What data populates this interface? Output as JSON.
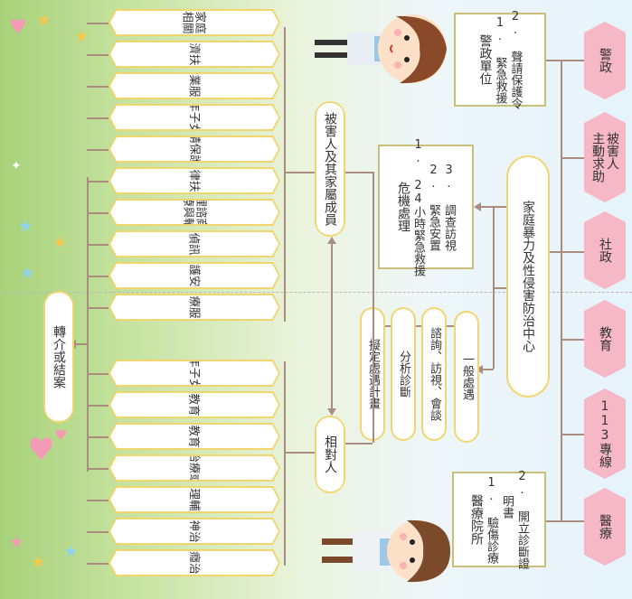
{
  "sources": [
    "警政",
    "被害人\n主動求助",
    "社政",
    "教育",
    "113專線",
    "醫療"
  ],
  "police_box": [
    "警政單位",
    "1. 緊急救援",
    "2. 聲請保護令"
  ],
  "medical_box": [
    "醫療院所",
    "1. 驗傷診療",
    "2. 開立診斷證\n　 明書"
  ],
  "center": "家庭暴力及性侵害防治中心",
  "crisis_box": [
    "危機處理",
    "1. 24小時緊急救援",
    "2. 緊急安置",
    "3. 調查訪視"
  ],
  "general": {
    "title": "一般處遇",
    "consult": "諮詢、訪視、會談",
    "analysis": "分析診斷",
    "plan": "擬定處遇計畫"
  },
  "victim_group": "被害人及其家屬成員",
  "victim_services": [
    "目睹家庭暴力\n兒少相關服務",
    "經濟扶助",
    "就業服務",
    "未成年子女會面",
    "聲請保護令",
    "法律扶助",
    "心理諮商、\n治療與輔導",
    "陪同報案偵訊（出庭）",
    "庇護安置",
    "醫療服務"
  ],
  "offender_group": "相對人",
  "offender_services": [
    "未成年子女會面",
    "認知教育輔導",
    "親職教育輔導",
    "其他治療或輔導",
    "心理輔導",
    "精神治療",
    "戒癮治療"
  ],
  "exit": "轉介或結案",
  "colors": {
    "pink": "#f6b7c6",
    "hex_border": "#f1d56f",
    "box_border": "#c8c07a",
    "arrow": "#a98e80"
  }
}
